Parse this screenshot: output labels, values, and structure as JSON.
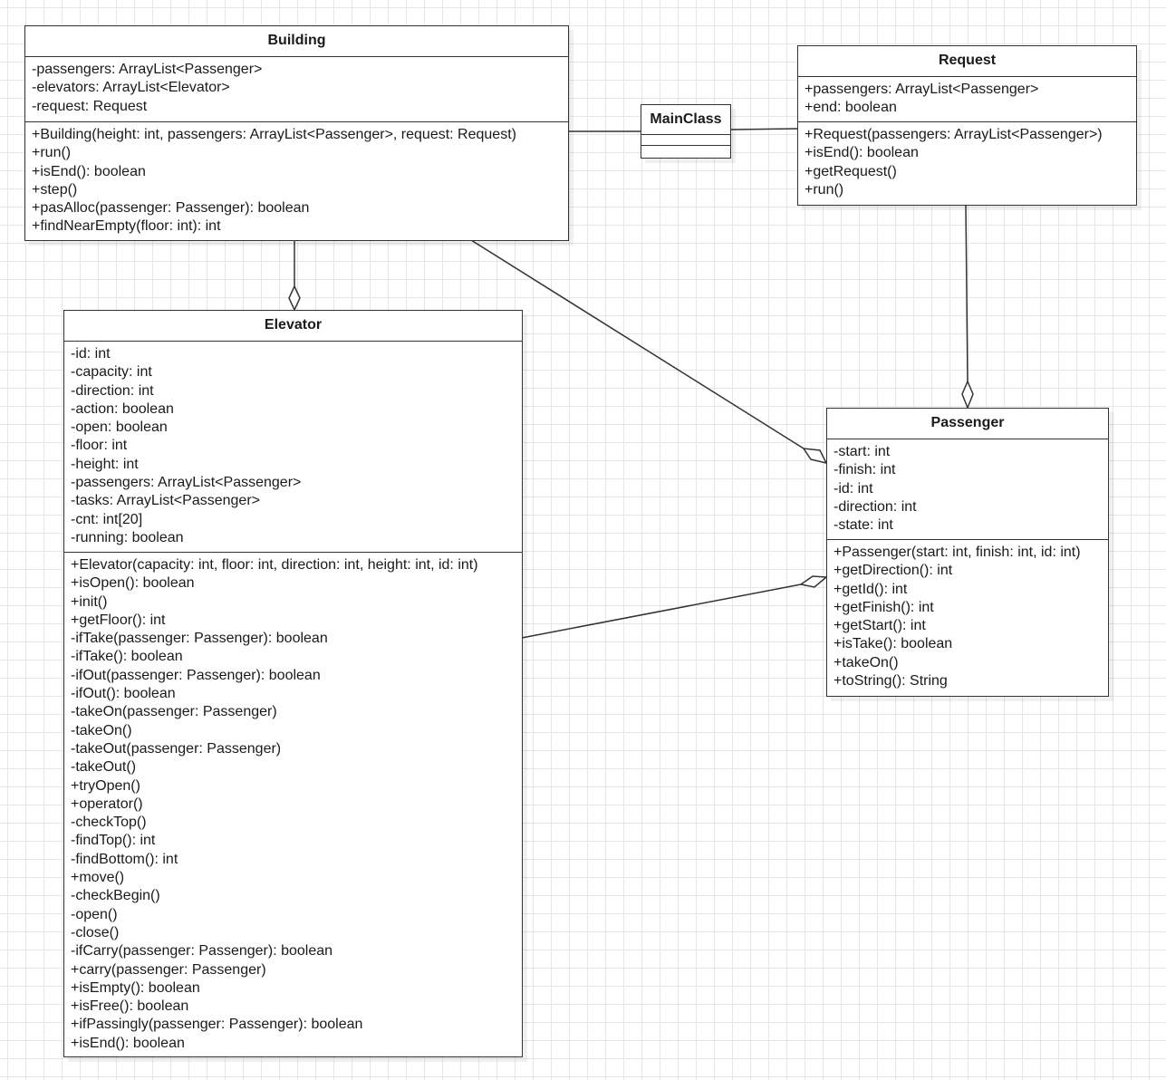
{
  "classes": {
    "building": {
      "name": "Building",
      "attributes": [
        "-passengers: ArrayList<Passenger>",
        "-elevators: ArrayList<Elevator>",
        "-request: Request"
      ],
      "methods": [
        "+Building(height: int, passengers: ArrayList<Passenger>, request: Request)",
        "+run()",
        "+isEnd(): boolean",
        "+step()",
        "+pasAlloc(passenger: Passenger): boolean",
        "+findNearEmpty(floor: int): int"
      ]
    },
    "mainclass": {
      "name": "MainClass",
      "attributes": [],
      "methods": []
    },
    "request": {
      "name": "Request",
      "attributes": [
        "+passengers: ArrayList<Passenger>",
        "+end: boolean"
      ],
      "methods": [
        "+Request(passengers: ArrayList<Passenger>)",
        "+isEnd(): boolean",
        "+getRequest()",
        "+run()"
      ]
    },
    "elevator": {
      "name": "Elevator",
      "attributes": [
        "-id: int",
        "-capacity: int",
        "-direction: int",
        "-action: boolean",
        "-open: boolean",
        "-floor: int",
        "-height: int",
        "-passengers: ArrayList<Passenger>",
        "-tasks: ArrayList<Passenger>",
        "-cnt: int[20]",
        "-running: boolean"
      ],
      "methods": [
        "+Elevator(capacity: int, floor: int, direction: int, height: int, id: int)",
        "+isOpen(): boolean",
        "+init()",
        "+getFloor(): int",
        "-ifTake(passenger: Passenger): boolean",
        "-ifTake(): boolean",
        "-ifOut(passenger: Passenger): boolean",
        "-ifOut(): boolean",
        "-takeOn(passenger: Passenger)",
        "-takeOn()",
        "-takeOut(passenger: Passenger)",
        "-takeOut()",
        "+tryOpen()",
        "+operator()",
        "-checkTop()",
        "-findTop(): int",
        "-findBottom(): int",
        "+move()",
        "-checkBegin()",
        "-open()",
        "-close()",
        "-ifCarry(passenger: Passenger): boolean",
        "+carry(passenger: Passenger)",
        "+isEmpty(): boolean",
        "+isFree(): boolean",
        "+ifPassingly(passenger: Passenger): boolean",
        "+isEnd(): boolean"
      ]
    },
    "passenger": {
      "name": "Passenger",
      "attributes": [
        "-start: int",
        "-finish: int",
        "-id: int",
        "-direction: int",
        "-state: int"
      ],
      "methods": [
        "+Passenger(start: int, finish: int, id: int)",
        "+getDirection(): int",
        "+getId(): int",
        "+getFinish(): int",
        "+getStart(): int",
        "+isTake(): boolean",
        "+takeOn()",
        "+toString(): String"
      ]
    }
  },
  "relationships": [
    {
      "from": "Building",
      "to": "MainClass",
      "type": "association"
    },
    {
      "from": "MainClass",
      "to": "Request",
      "type": "association"
    },
    {
      "from": "Building",
      "to": "Elevator",
      "type": "aggregation",
      "diamond_at": "Elevator"
    },
    {
      "from": "Building",
      "to": "Passenger",
      "type": "aggregation",
      "diamond_at": "Passenger"
    },
    {
      "from": "Request",
      "to": "Passenger",
      "type": "aggregation",
      "diamond_at": "Passenger"
    },
    {
      "from": "Elevator",
      "to": "Passenger",
      "type": "aggregation",
      "diamond_at": "Passenger"
    }
  ],
  "colors": {
    "line": "#333333",
    "background": "#ffffff",
    "grid": "#e6e6e6"
  }
}
